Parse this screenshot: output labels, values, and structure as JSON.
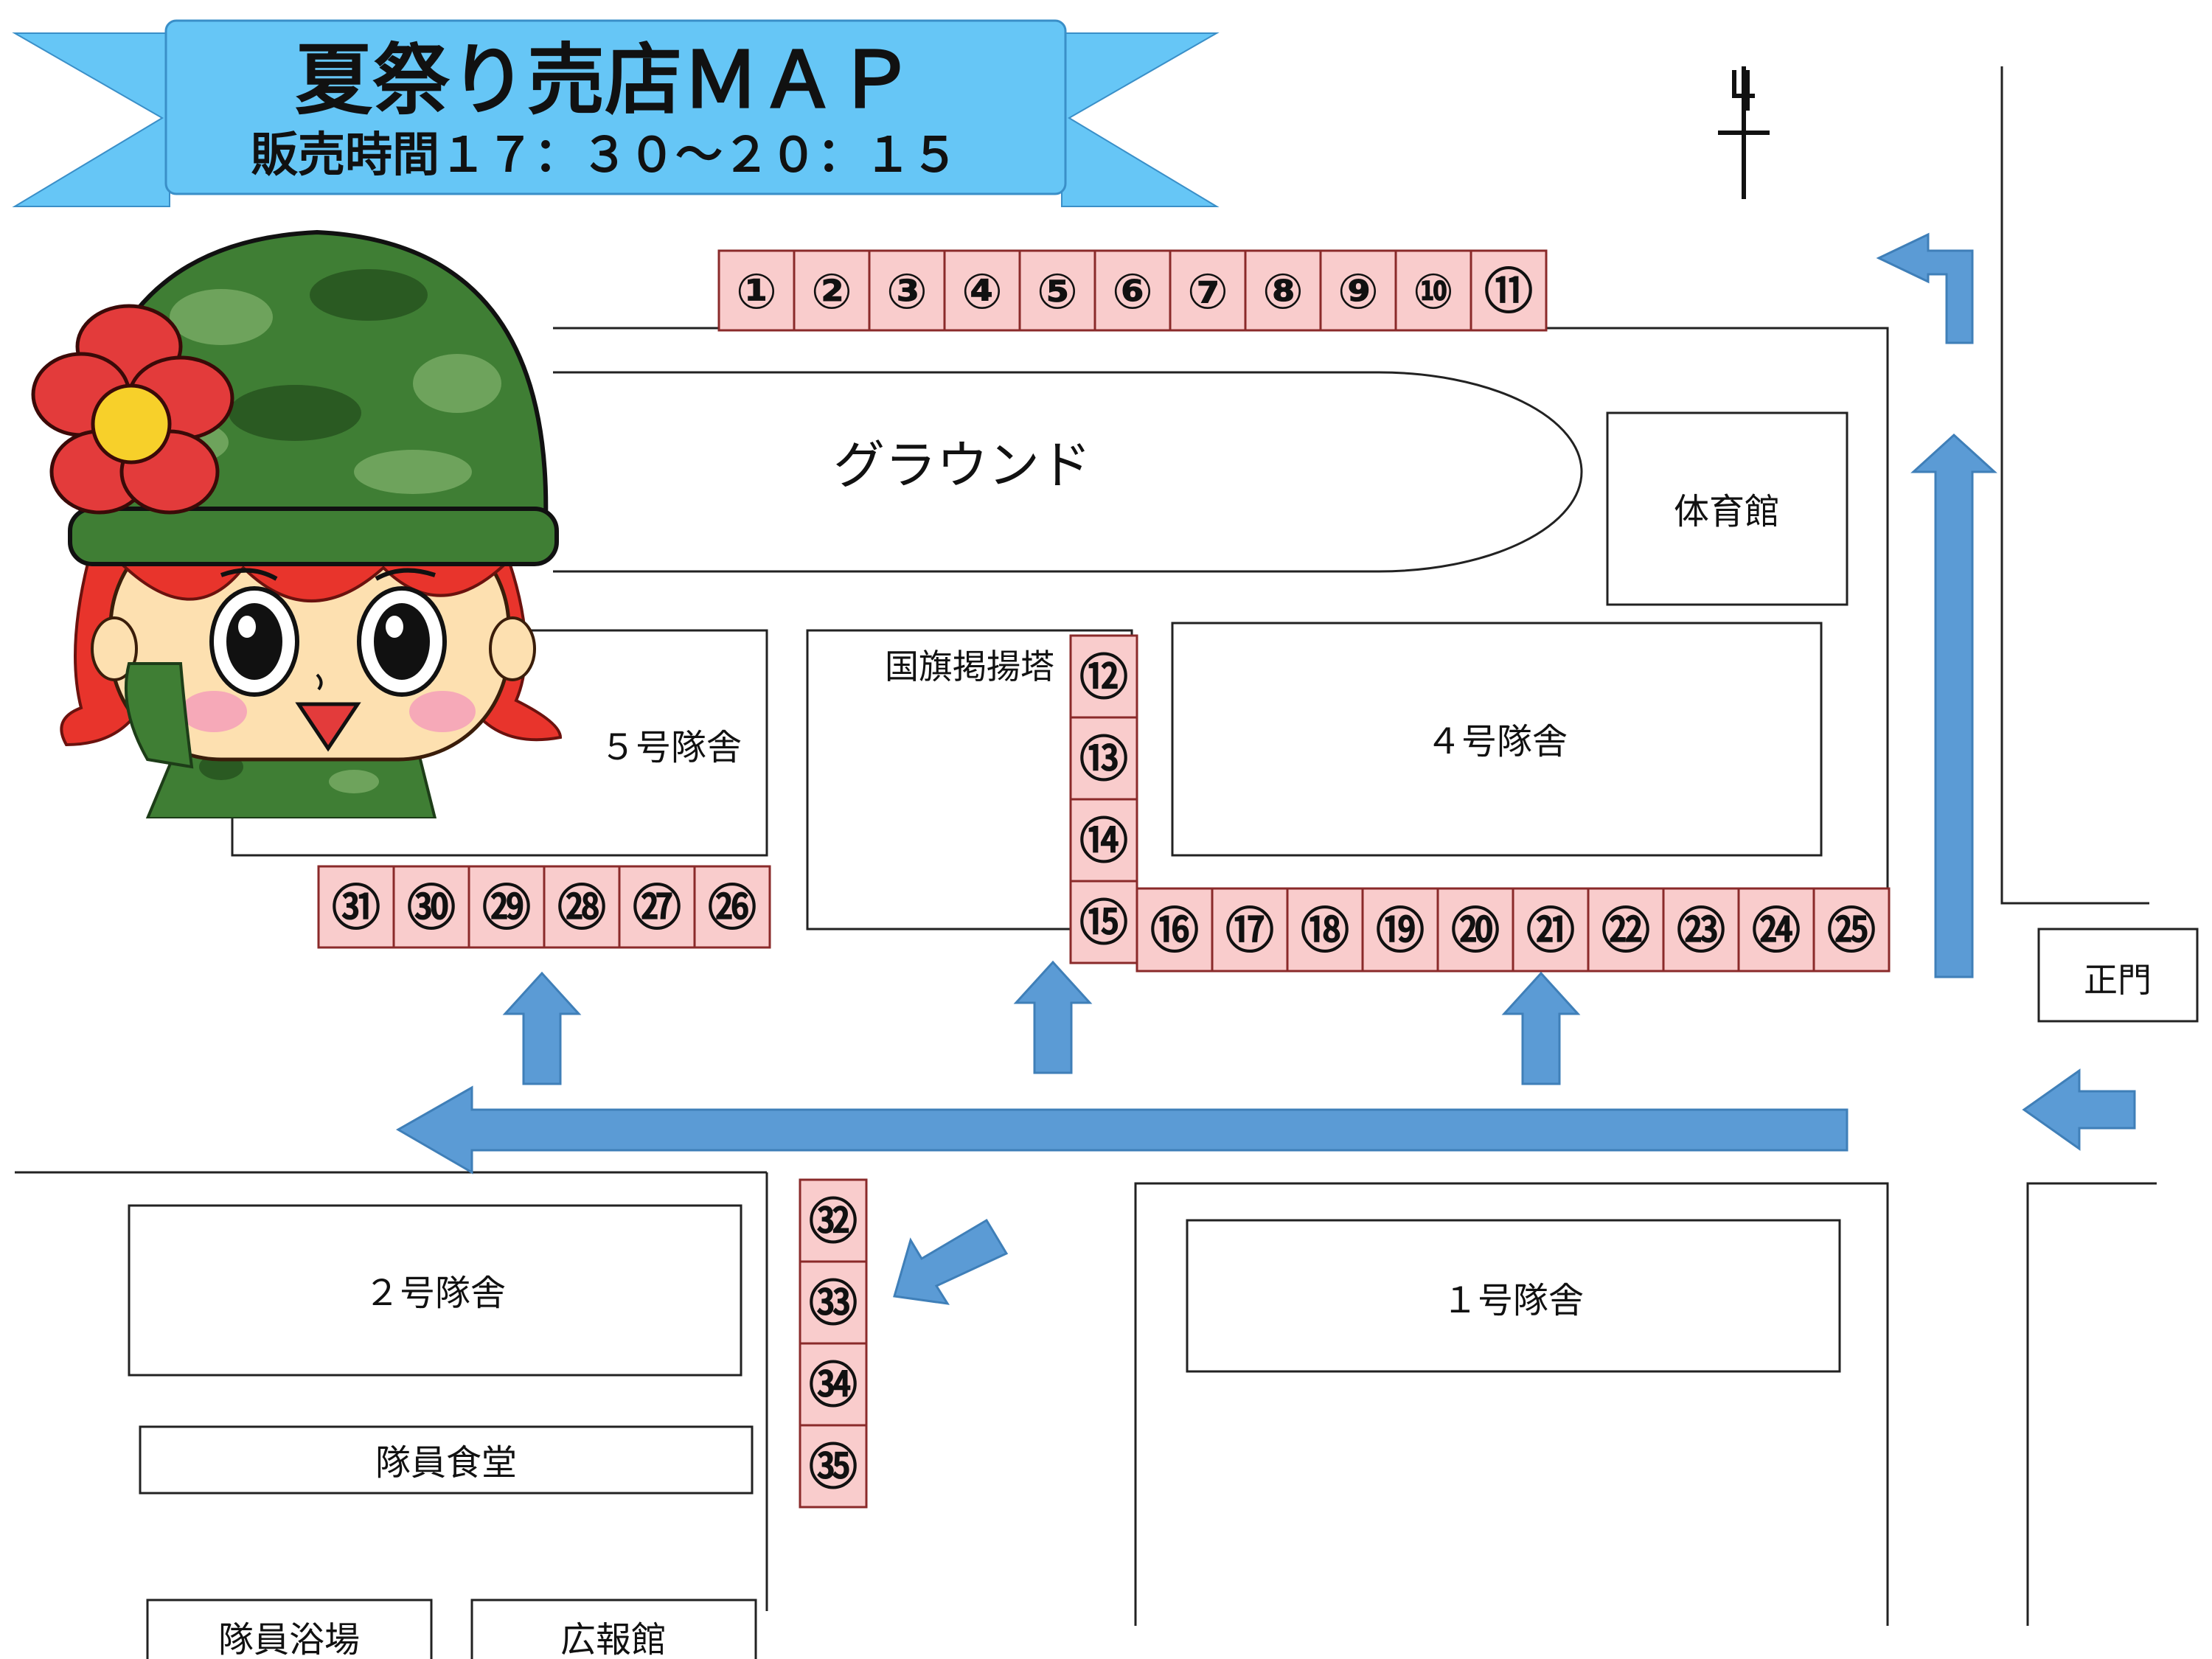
{
  "banner": {
    "title": "夏祭り売店ＭＡＰ",
    "hours": "販売時間１７：３０～２０：１５"
  },
  "compass": {
    "label": "N",
    "icon": "north-arrow-icon"
  },
  "buildings": {
    "ground": "グラウンド",
    "gym": "体育館",
    "flagpole": "国旗掲揚塔",
    "barracks5": "５号隊舎",
    "barracks4": "４号隊舎",
    "barracks2": "２号隊舎",
    "barracks1": "１号隊舎",
    "dining": "隊員食堂",
    "bath": "隊員浴場",
    "pr_hall": "広報館",
    "main_gate": "正門"
  },
  "stalls": {
    "row_north": [
      "①",
      "②",
      "③",
      "④",
      "⑤",
      "⑥",
      "⑦",
      "⑧",
      "⑨",
      "⑩",
      "⑪"
    ],
    "col_flag": [
      "⑫",
      "⑬",
      "⑭",
      "⑮"
    ],
    "row_mid": [
      "⑯",
      "⑰",
      "⑱",
      "⑲",
      "⑳",
      "㉑",
      "㉒",
      "㉓",
      "㉔",
      "㉕"
    ],
    "row_west": [
      "㉛",
      "㉚",
      "㉙",
      "㉘",
      "㉗",
      "㉖"
    ],
    "col_south": [
      "㉜",
      "㉝",
      "㉞",
      "㉟"
    ]
  },
  "colors": {
    "banner": "#66c6f6",
    "arrow": "#5b9bd5",
    "stall": "#f9cccc",
    "helmet": "#3f7e34",
    "flower": "#e33b3b",
    "hair": "#e8342c"
  },
  "mascot": {
    "icon": "soldier-girl-mascot-icon"
  }
}
